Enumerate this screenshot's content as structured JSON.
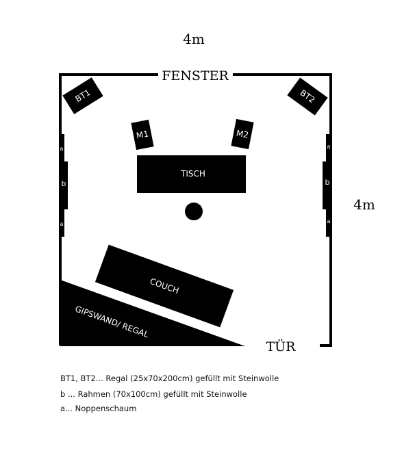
{
  "dimensions": {
    "width_label": "4m",
    "depth_label": "4m"
  },
  "labels": {
    "window": "FENSTER",
    "door": "TÜR",
    "shelf1": "BT1",
    "shelf2": "BT2",
    "monitor1": "M1",
    "monitor2": "M2",
    "desk": "TISCH",
    "couch": "COUCH",
    "wall": "GIPSWAND/ REGAL",
    "panel_a": "a",
    "panel_b": "b"
  },
  "legend": [
    "BT1, BT2... Regal (25x70x200cm) gefüllt mit Steinwolle",
    "b ... Rahmen (70x100cm) gefüllt mit Steinwolle",
    "a... Noppenschaum"
  ],
  "colors": {
    "ink": "#000000",
    "text_on_dark": "#ffffff"
  }
}
